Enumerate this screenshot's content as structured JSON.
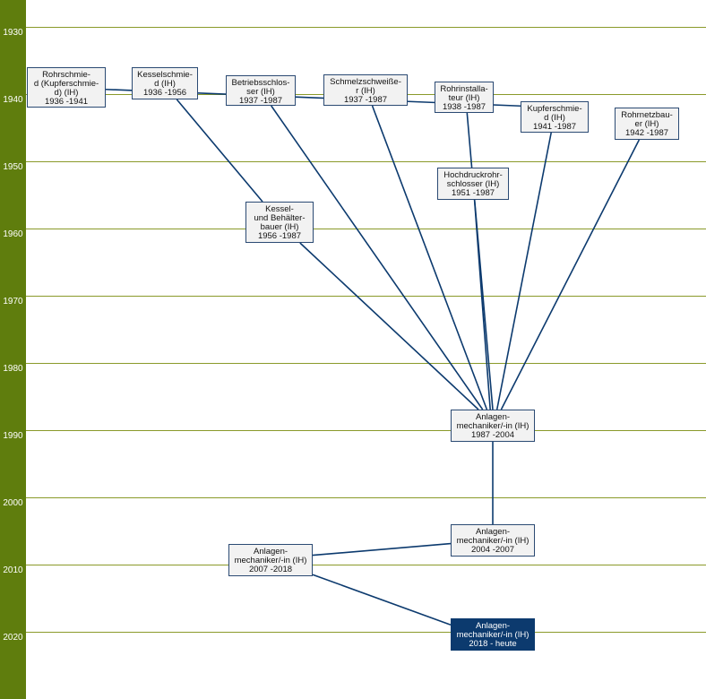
{
  "theme": {
    "sidebar_color": "#5f7d0d",
    "gridline_color": "#8a9a2a",
    "connector_color": "#0c3a6e",
    "node_fill": "#f2f2f2",
    "node_border": "#2b4a73",
    "current_fill": "#0c3a6e"
  },
  "years": [
    "1930",
    "1940",
    "1950",
    "1960",
    "1970",
    "1980",
    "1990",
    "2000",
    "2010",
    "2020"
  ],
  "nodes": [
    {
      "id": "rohrschmied",
      "lines": [
        "Rohrschmie-",
        "d (Kupferschmie-",
        "d) (IH)",
        "1936 -1941"
      ],
      "current": false
    },
    {
      "id": "kesselschmied",
      "lines": [
        "Kesselschmie-",
        "d (IH)",
        "1936 -1956"
      ],
      "current": false
    },
    {
      "id": "betriebsschlosser",
      "lines": [
        "Betriebsschlos-",
        "ser (IH)",
        "1937 -1987"
      ],
      "current": false
    },
    {
      "id": "schmelzschweisser",
      "lines": [
        "Schmelzschweiße-",
        "r (IH)",
        "1937 -1987"
      ],
      "current": false
    },
    {
      "id": "rohrinstallateur",
      "lines": [
        "Rohrinstalla-",
        "teur (IH)",
        "1938 -1987"
      ],
      "current": false
    },
    {
      "id": "kupferschmied",
      "lines": [
        "Kupferschmie-",
        "d (IH)",
        "1941 -1987"
      ],
      "current": false
    },
    {
      "id": "rohrnetzbauer",
      "lines": [
        "Rohrnetzbau-",
        "er (IH)",
        "1942 -1987"
      ],
      "current": false
    },
    {
      "id": "hochdruckrohrschlosser",
      "lines": [
        "Hochdruckrohr-",
        "schlosser (IH)",
        "1951 -1987"
      ],
      "current": false
    },
    {
      "id": "kessel-behaelterbauer",
      "lines": [
        "Kessel-",
        "und Behälter-",
        "bauer (IH)",
        "1956 -1987"
      ],
      "current": false
    },
    {
      "id": "anlagenmechaniker-1987",
      "lines": [
        "Anlagen-",
        "mechaniker/-in (IH)",
        "1987 -2004"
      ],
      "current": false
    },
    {
      "id": "anlagenmechaniker-2004",
      "lines": [
        "Anlagen-",
        "mechaniker/-in (IH)",
        "2004 -2007"
      ],
      "current": false
    },
    {
      "id": "anlagenmechaniker-2007",
      "lines": [
        "Anlagen-",
        "mechaniker/-in (IH)",
        "2007 -2018"
      ],
      "current": false
    },
    {
      "id": "anlagenmechaniker-2018",
      "lines": [
        "Anlagen-",
        "mechaniker/-in (IH)",
        "2018 - heute"
      ],
      "current": true
    }
  ],
  "links": [
    [
      "rohrschmied",
      "kupferschmied"
    ],
    [
      "kesselschmied",
      "kessel-behaelterbauer"
    ],
    [
      "kessel-behaelterbauer",
      "anlagenmechaniker-1987"
    ],
    [
      "betriebsschlosser",
      "anlagenmechaniker-1987"
    ],
    [
      "schmelzschweisser",
      "anlagenmechaniker-1987"
    ],
    [
      "rohrinstallateur",
      "anlagenmechaniker-1987"
    ],
    [
      "hochdruckrohrschlosser",
      "anlagenmechaniker-1987"
    ],
    [
      "kupferschmied",
      "anlagenmechaniker-1987"
    ],
    [
      "rohrnetzbauer",
      "anlagenmechaniker-1987"
    ],
    [
      "anlagenmechaniker-1987",
      "anlagenmechaniker-2004"
    ],
    [
      "anlagenmechaniker-2004",
      "anlagenmechaniker-2007"
    ],
    [
      "anlagenmechaniker-2007",
      "anlagenmechaniker-2018"
    ]
  ]
}
